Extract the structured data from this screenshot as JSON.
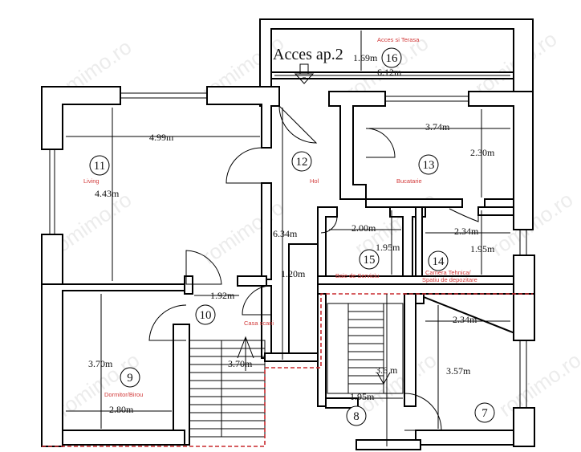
{
  "plan": {
    "title": "Acces ap.2",
    "watermark": "romimo.ro",
    "rooms": [
      {
        "id": "room-16",
        "number": "16",
        "name": "Acces si Terasa"
      },
      {
        "id": "room-11",
        "number": "11",
        "name": "Living"
      },
      {
        "id": "room-12",
        "number": "12",
        "name": "Hol"
      },
      {
        "id": "room-13",
        "number": "13",
        "name": "Bucatarie"
      },
      {
        "id": "room-15",
        "number": "15",
        "name": "Baie de Serviciu"
      },
      {
        "id": "room-14",
        "number": "14",
        "name": "Camera Tehnica/",
        "name2": "Spatiu de depozitare"
      },
      {
        "id": "room-10",
        "number": "10",
        "name": "Casa scarii"
      },
      {
        "id": "room-9",
        "number": "9",
        "name": "Dormitor/Birou"
      },
      {
        "id": "room-8",
        "number": "8",
        "name": ""
      },
      {
        "id": "room-7",
        "number": "7",
        "name": ""
      }
    ],
    "dimensions": {
      "d16a": "1.69m",
      "d16b": "6.12m",
      "d11w": "4.99m",
      "d11h": "4.43m",
      "d13w": "3.74m",
      "d13h": "2.30m",
      "d12h": "6.34m",
      "d12b": "1.20m",
      "d15w": "2.00m",
      "d15h": "1.95m",
      "d14w": "2.34m",
      "d14h": "1.95m",
      "d10w": "1.92m",
      "d9h": "3.70m",
      "d9w": "2.80m",
      "dstair": "3.70m",
      "d8h": "3.6 m",
      "d8w": "1.95m",
      "d7w": "2.34m",
      "d7h": "3.57m"
    }
  }
}
